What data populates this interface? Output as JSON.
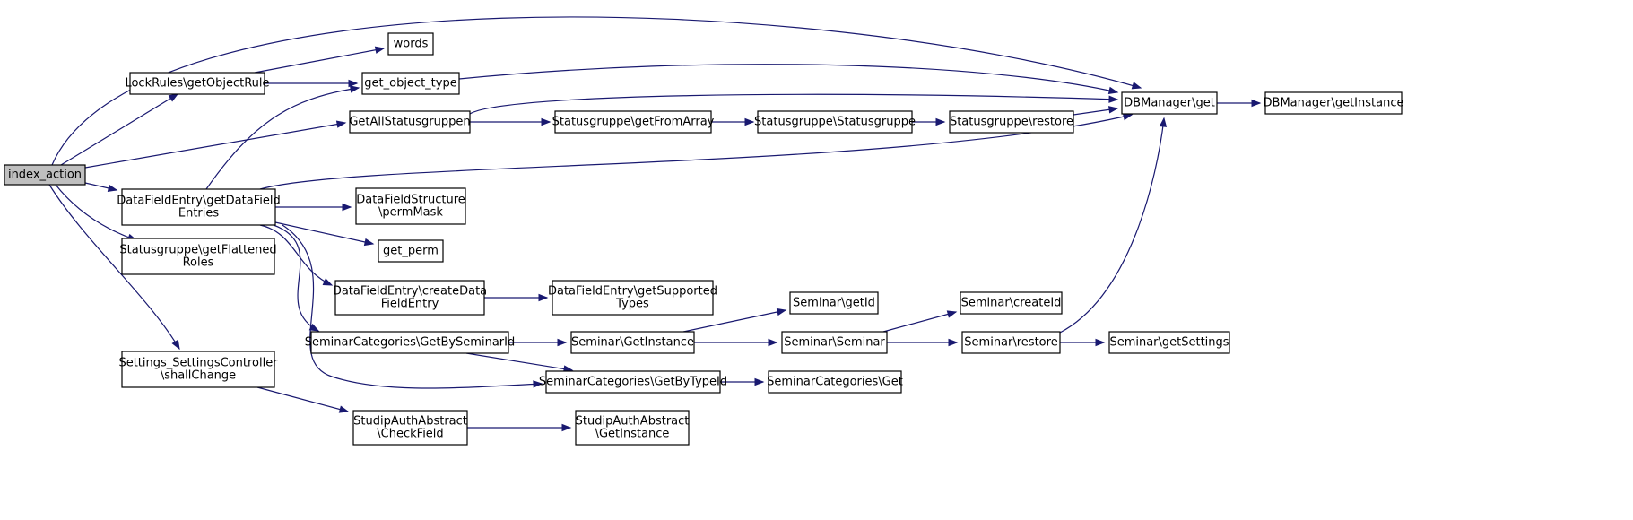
{
  "nodes": {
    "index_action": {
      "lines": [
        "index_action"
      ],
      "root": true
    },
    "lockrules_getobjectrule": {
      "lines": [
        "LockRules\\getObjectRule"
      ]
    },
    "words": {
      "lines": [
        "words"
      ]
    },
    "get_object_type": {
      "lines": [
        "get_object_type"
      ]
    },
    "getallstatusgruppen": {
      "lines": [
        "GetAllStatusgruppen"
      ]
    },
    "datafieldentry_getdatafieldentries": {
      "lines": [
        "DataFieldEntry\\getDataField",
        "Entries"
      ]
    },
    "statusgruppe_getflattenedroles": {
      "lines": [
        "Statusgruppe\\getFlattened",
        "Roles"
      ]
    },
    "settings_shallchange": {
      "lines": [
        "Settings_SettingsController",
        "\\shallChange"
      ]
    },
    "dbmanager_get": {
      "lines": [
        "DBManager\\get"
      ]
    },
    "dbmanager_getinstance": {
      "lines": [
        "DBManager\\getInstance"
      ]
    },
    "statusgruppe_getfromarray": {
      "lines": [
        "Statusgruppe\\getFromArray"
      ]
    },
    "statusgruppe_statusgruppe": {
      "lines": [
        "Statusgruppe\\Statusgruppe"
      ]
    },
    "statusgruppe_restore": {
      "lines": [
        "Statusgruppe\\restore"
      ]
    },
    "datafieldstructure_permmask": {
      "lines": [
        "DataFieldStructure",
        "\\permMask"
      ]
    },
    "get_perm": {
      "lines": [
        "get_perm"
      ]
    },
    "datafieldentry_createdatafieldentry": {
      "lines": [
        "DataFieldEntry\\createData",
        "FieldEntry"
      ]
    },
    "datafieldentry_getsupportedtypes": {
      "lines": [
        "DataFieldEntry\\getSupported",
        "Types"
      ]
    },
    "seminarcategories_getbyseminarid": {
      "lines": [
        "SeminarCategories\\GetBySeminarId"
      ]
    },
    "seminar_getinstance": {
      "lines": [
        "Seminar\\GetInstance"
      ]
    },
    "seminar_getid": {
      "lines": [
        "Seminar\\getId"
      ]
    },
    "seminar_seminar": {
      "lines": [
        "Seminar\\Seminar"
      ]
    },
    "seminar_createid": {
      "lines": [
        "Seminar\\createId"
      ]
    },
    "seminar_restore": {
      "lines": [
        "Seminar\\restore"
      ]
    },
    "seminar_getsettings": {
      "lines": [
        "Seminar\\getSettings"
      ]
    },
    "seminarcategories_getbytypeid": {
      "lines": [
        "SeminarCategories\\GetByTypeId"
      ]
    },
    "seminarcategories_get": {
      "lines": [
        "SeminarCategories\\Get"
      ]
    },
    "studipauthabstract_checkfield": {
      "lines": [
        "StudipAuthAbstract",
        "\\CheckField"
      ]
    },
    "studipauthabstract_getinstance": {
      "lines": [
        "StudipAuthAbstract",
        "\\GetInstance"
      ]
    }
  },
  "edges": [
    [
      "index_action",
      "dbmanager_get"
    ],
    [
      "index_action",
      "lockrules_getobjectrule"
    ],
    [
      "index_action",
      "getallstatusgruppen"
    ],
    [
      "index_action",
      "datafieldentry_getdatafieldentries"
    ],
    [
      "index_action",
      "statusgruppe_getflattenedroles"
    ],
    [
      "index_action",
      "settings_shallchange"
    ],
    [
      "lockrules_getobjectrule",
      "words"
    ],
    [
      "lockrules_getobjectrule",
      "get_object_type"
    ],
    [
      "get_object_type",
      "dbmanager_get"
    ],
    [
      "getallstatusgruppen",
      "dbmanager_get"
    ],
    [
      "getallstatusgruppen",
      "statusgruppe_getfromarray"
    ],
    [
      "statusgruppe_getfromarray",
      "statusgruppe_statusgruppe"
    ],
    [
      "statusgruppe_statusgruppe",
      "statusgruppe_restore"
    ],
    [
      "statusgruppe_restore",
      "dbmanager_get"
    ],
    [
      "dbmanager_get",
      "dbmanager_getinstance"
    ],
    [
      "datafieldentry_getdatafieldentries",
      "get_object_type"
    ],
    [
      "datafieldentry_getdatafieldentries",
      "dbmanager_get"
    ],
    [
      "datafieldentry_getdatafieldentries",
      "datafieldstructure_permmask"
    ],
    [
      "datafieldentry_getdatafieldentries",
      "get_perm"
    ],
    [
      "datafieldentry_getdatafieldentries",
      "datafieldentry_createdatafieldentry"
    ],
    [
      "datafieldentry_getdatafieldentries",
      "seminarcategories_getbyseminarid"
    ],
    [
      "datafieldentry_getdatafieldentries",
      "seminarcategories_getbytypeid"
    ],
    [
      "datafieldentry_createdatafieldentry",
      "datafieldentry_getsupportedtypes"
    ],
    [
      "seminarcategories_getbyseminarid",
      "seminar_getinstance"
    ],
    [
      "seminarcategories_getbyseminarid",
      "seminarcategories_getbytypeid"
    ],
    [
      "seminar_getinstance",
      "seminar_getid"
    ],
    [
      "seminar_getinstance",
      "seminar_seminar"
    ],
    [
      "seminar_seminar",
      "seminar_createid"
    ],
    [
      "seminar_seminar",
      "seminar_restore"
    ],
    [
      "seminar_restore",
      "dbmanager_get"
    ],
    [
      "seminar_restore",
      "seminar_getsettings"
    ],
    [
      "seminarcategories_getbytypeid",
      "seminarcategories_get"
    ],
    [
      "settings_shallchange",
      "studipauthabstract_checkfield"
    ],
    [
      "studipauthabstract_checkfield",
      "studipauthabstract_getinstance"
    ]
  ]
}
